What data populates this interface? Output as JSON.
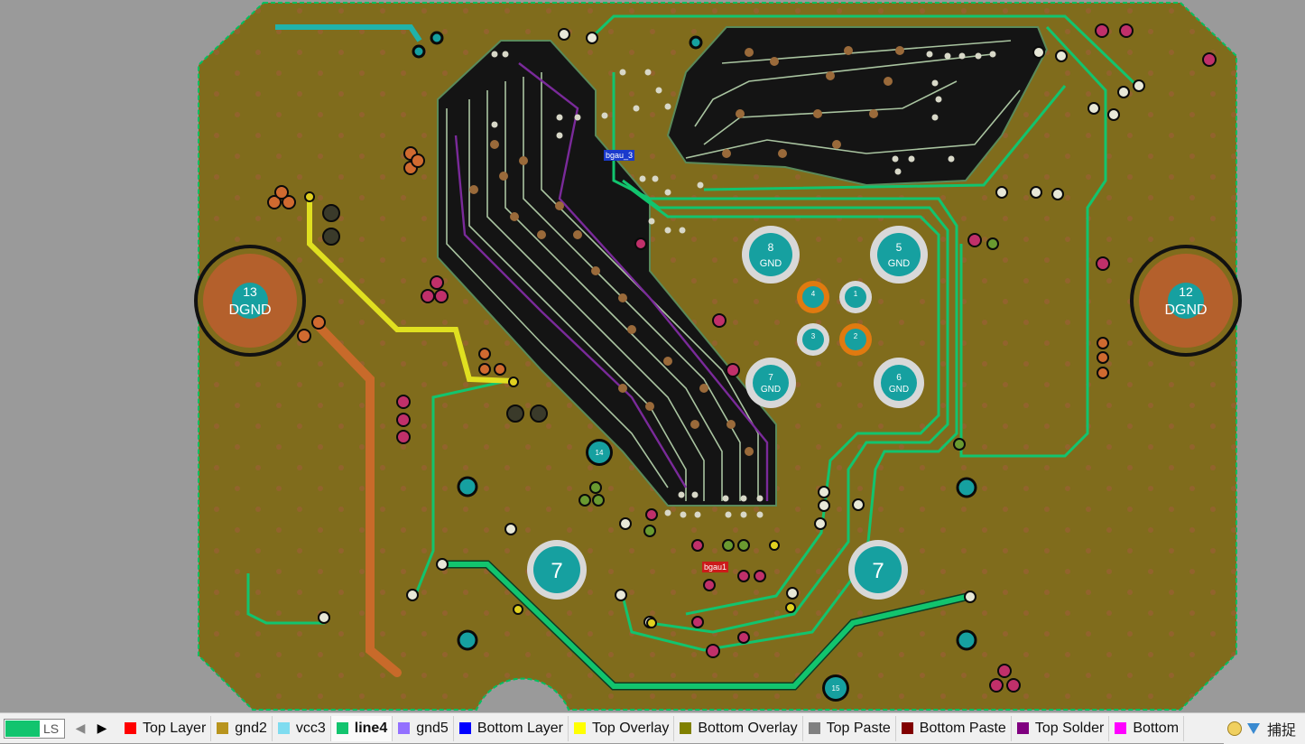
{
  "board": {
    "outline_color": "#00c060",
    "copper_color": "#806c1c",
    "background_color": "#9a9a9a"
  },
  "pads": {
    "mount_left": {
      "number": "13",
      "net": "DGND"
    },
    "mount_right": {
      "number": "12",
      "net": "DGND"
    },
    "gnd_8": {
      "number": "8",
      "net": "GND"
    },
    "gnd_5": {
      "number": "5",
      "net": "GND"
    },
    "gnd_7": {
      "number": "7",
      "net": "GND"
    },
    "gnd_6": {
      "number": "6",
      "net": "GND"
    },
    "big_7_left": {
      "number": "7"
    },
    "big_7_right": {
      "number": "7"
    },
    "via_14": {
      "number": "14"
    },
    "via_15": {
      "number": "15"
    },
    "small_4": {
      "number": "4"
    },
    "small_1": {
      "number": "1"
    },
    "small_3": {
      "number": "3"
    },
    "small_2": {
      "number": "2"
    }
  },
  "labels": {
    "bgau_3": "bgau_3",
    "bgau1": "bgau1"
  },
  "layer_bar": {
    "current_layer": "LS",
    "layers": [
      {
        "label": "Top Layer",
        "color": "#ff0000",
        "active": false
      },
      {
        "label": "gnd2",
        "color": "#b8941e",
        "active": false
      },
      {
        "label": "vcc3",
        "color": "#7fdcf0",
        "active": false
      },
      {
        "label": "line4",
        "color": "#12c46e",
        "active": true
      },
      {
        "label": "gnd5",
        "color": "#9370ff",
        "active": false
      },
      {
        "label": "Bottom Layer",
        "color": "#0000ff",
        "active": false
      },
      {
        "label": "Top Overlay",
        "color": "#ffff00",
        "active": false
      },
      {
        "label": "Bottom Overlay",
        "color": "#808000",
        "active": false
      },
      {
        "label": "Top Paste",
        "color": "#808080",
        "active": false
      },
      {
        "label": "Bottom Paste",
        "color": "#800000",
        "active": false
      },
      {
        "label": "Top Solder",
        "color": "#800080",
        "active": false
      },
      {
        "label": "Bottom",
        "color": "#ff00ff",
        "active": false
      }
    ],
    "capture_label": "捕捉"
  }
}
